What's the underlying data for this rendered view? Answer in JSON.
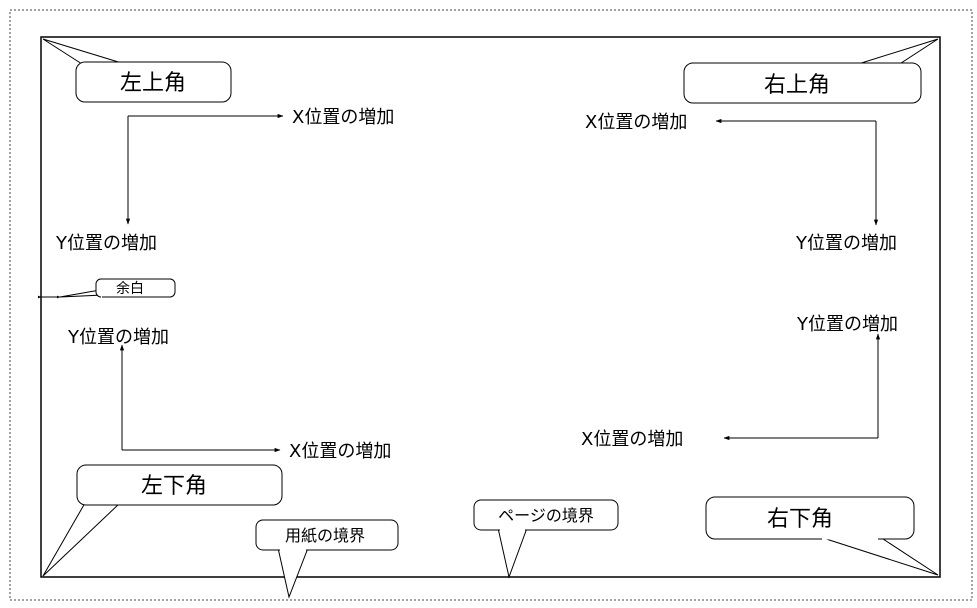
{
  "corners": {
    "top_left": "左上角",
    "top_right": "右上角",
    "bottom_left": "左下角",
    "bottom_right": "右下角"
  },
  "directions": {
    "x_increase": "X位置の増加",
    "y_increase": "Y位置の増加"
  },
  "callouts": {
    "margin": "余白",
    "paper_boundary": "用紙の境界",
    "page_boundary": "ページの境界"
  }
}
